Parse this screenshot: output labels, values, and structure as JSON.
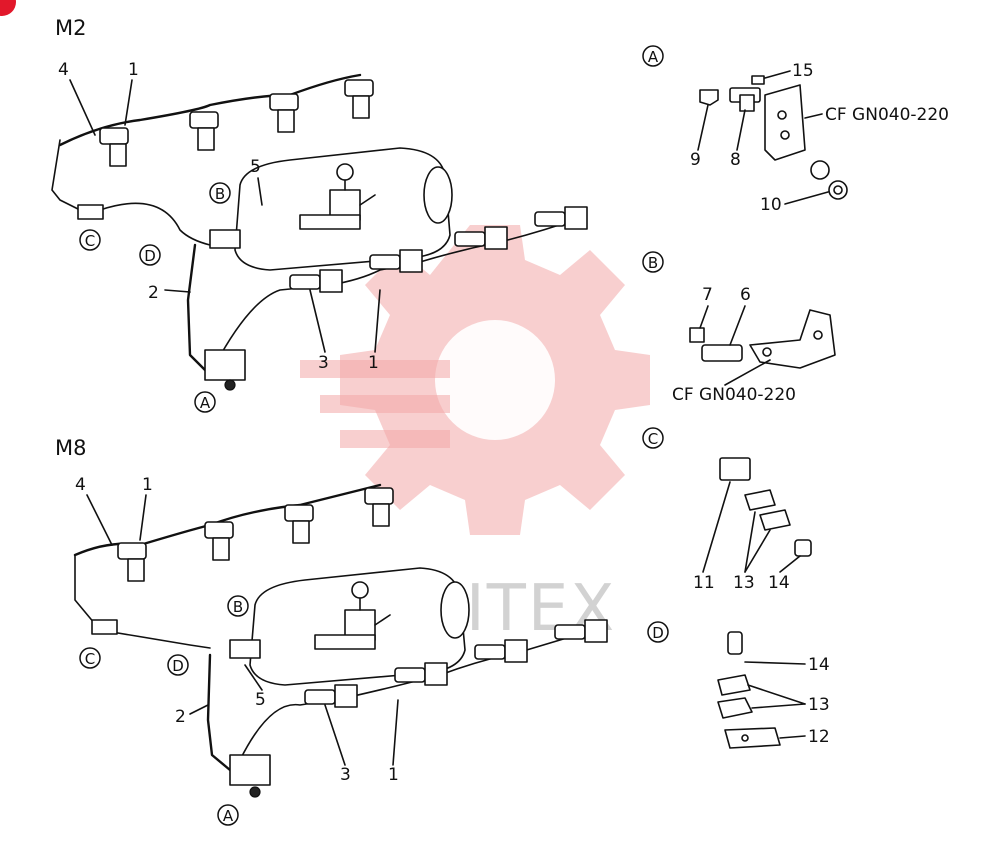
{
  "views": [
    {
      "id": "m2",
      "title": "M2",
      "callouts": [
        "4",
        "1",
        "5",
        "2",
        "3",
        "1"
      ],
      "markers": [
        "B",
        "C",
        "D",
        "A"
      ]
    },
    {
      "id": "m8",
      "title": "M8",
      "callouts": [
        "4",
        "1",
        "2",
        "5",
        "3",
        "1"
      ],
      "markers": [
        "B",
        "C",
        "D",
        "A"
      ]
    }
  ],
  "details": {
    "a": {
      "marker": "A",
      "callouts": [
        "15",
        "9",
        "8",
        "10"
      ],
      "note": "CF GN040-220"
    },
    "b": {
      "marker": "B",
      "callouts": [
        "7",
        "6"
      ],
      "note": "CF GN040-220"
    },
    "c": {
      "marker": "C",
      "callouts": [
        "11",
        "13",
        "14"
      ]
    },
    "d": {
      "marker": "D",
      "callouts": [
        "14",
        "13",
        "12"
      ]
    }
  },
  "watermark": {
    "text": "VHITEX"
  },
  "colors": {
    "line": "#111111",
    "watermark": "#f2a8a8",
    "corner_badge": "#e2182b"
  }
}
